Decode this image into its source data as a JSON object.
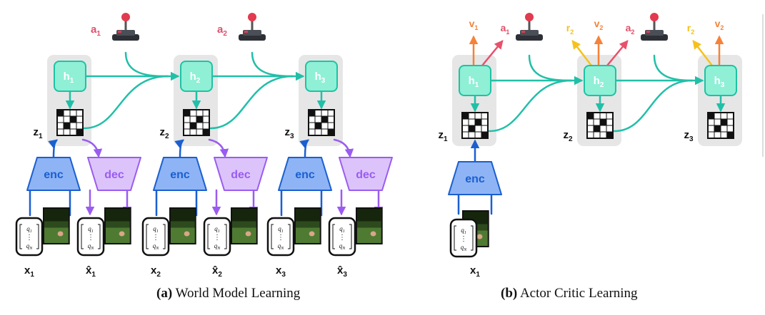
{
  "panels": [
    {
      "id": "a",
      "caption_label": "(a)",
      "caption_text": "World Model Learning",
      "steps": [
        {
          "h": "h",
          "h_sub": "1",
          "z": "z",
          "z_sub": "1",
          "x": "x",
          "x_sub": "1",
          "xhat": "x̂",
          "xhat_sub": "1",
          "action": "a",
          "action_sub": "1"
        },
        {
          "h": "h",
          "h_sub": "2",
          "z": "z",
          "z_sub": "2",
          "x": "x",
          "x_sub": "2",
          "xhat": "x̂",
          "xhat_sub": "2",
          "action": "a",
          "action_sub": "2"
        },
        {
          "h": "h",
          "h_sub": "3",
          "z": "z",
          "z_sub": "3",
          "x": "x",
          "x_sub": "3",
          "xhat": "x̂",
          "xhat_sub": "3"
        }
      ],
      "encoder_label": "enc",
      "decoder_label": "dec"
    },
    {
      "id": "b",
      "caption_label": "(b)",
      "caption_text": "Actor Critic Learning",
      "steps": [
        {
          "h": "h",
          "h_sub": "1",
          "z": "z",
          "z_sub": "1",
          "v": "v",
          "v_sub": "1",
          "action": "a",
          "action_sub": "1"
        },
        {
          "h": "h",
          "h_sub": "2",
          "z": "z",
          "z_sub": "2",
          "r": "r",
          "r_sub": "2",
          "v": "v",
          "v_sub": "2",
          "action": "a",
          "action_sub": "2"
        },
        {
          "h": "h",
          "h_sub": "3",
          "z": "z",
          "z_sub": "3",
          "r": "r",
          "r_sub": "2",
          "v": "v",
          "v_sub": "2"
        }
      ],
      "encoder_label": "enc",
      "input": {
        "x": "x",
        "x_sub": "1"
      }
    }
  ],
  "vector_top": "q",
  "vector_top_sub": "1",
  "vector_dots": "⋮",
  "vector_bottom": "q",
  "vector_bottom_sub": "N",
  "colors": {
    "h_fill": "#8ff0d6",
    "h_stroke": "#1fc2a4",
    "teal": "#22bfa8",
    "enc_fill": "#8fb4f5",
    "enc_stroke": "#1a5fd0",
    "dec_fill": "#dcc4fb",
    "dec_stroke": "#9a5cf0",
    "panel": "#e6e6e6",
    "action_text": "#e0506a",
    "value_arrow": "#f5823a",
    "action_arrow": "#e8506a",
    "reward_arrow": "#f5c21a"
  }
}
